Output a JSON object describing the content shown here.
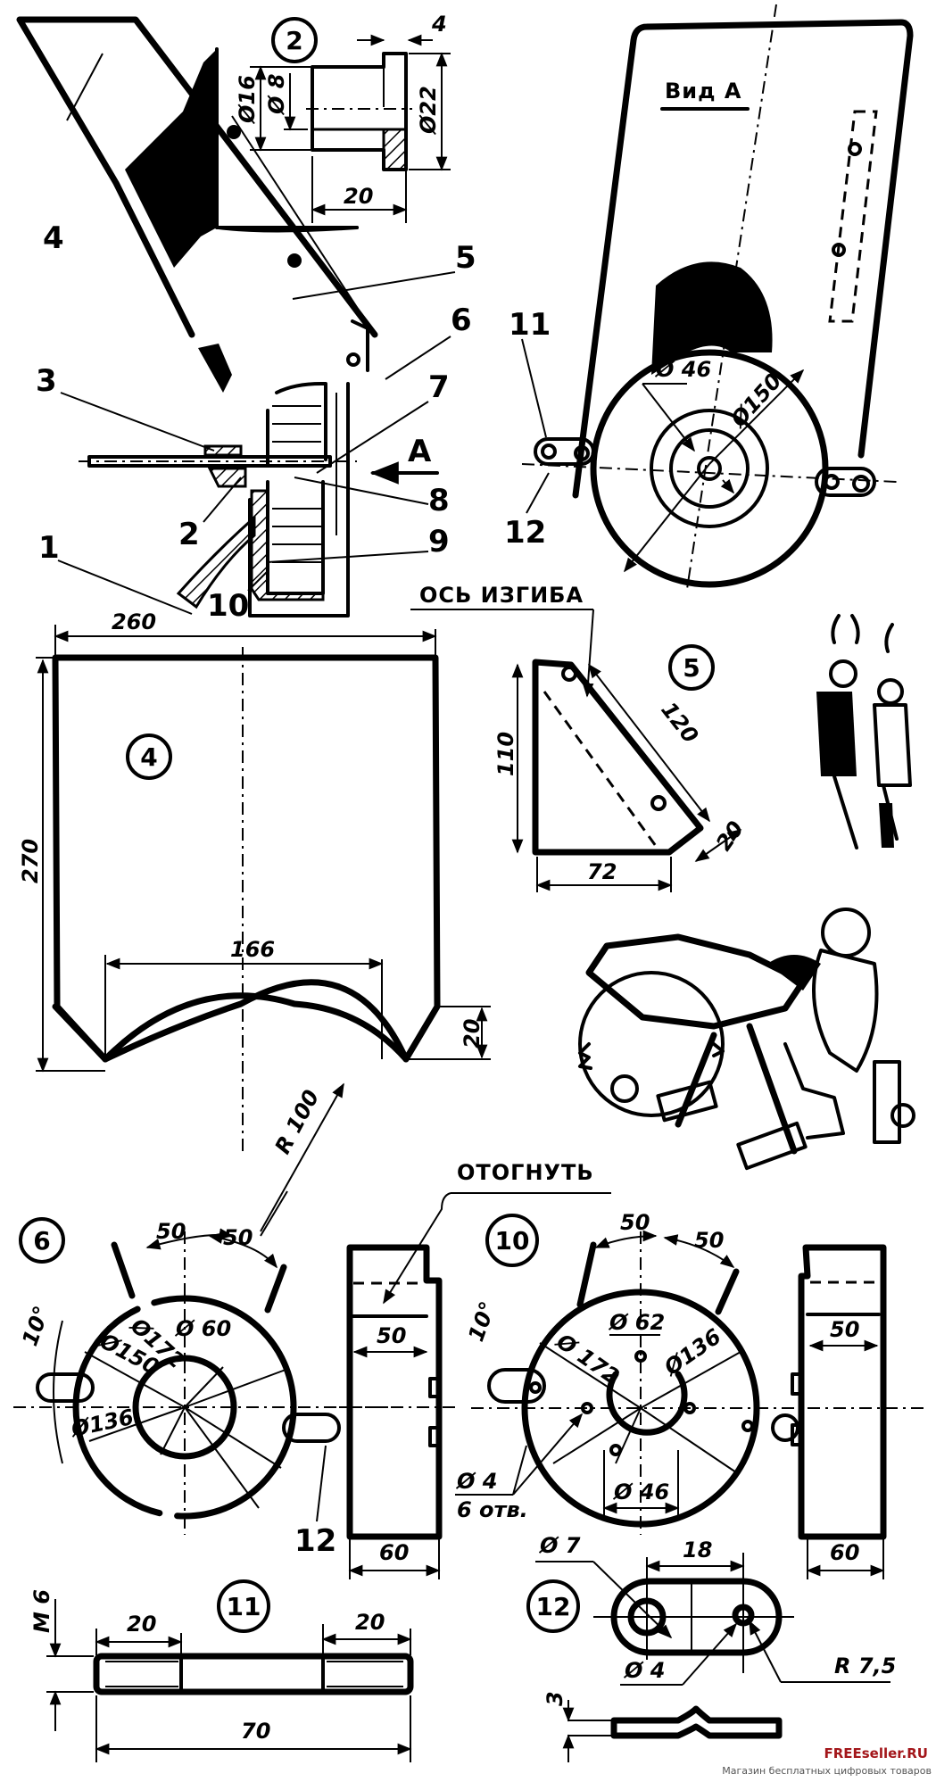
{
  "assembly": {
    "callouts": [
      "1",
      "2",
      "3",
      "4",
      "5",
      "6",
      "7",
      "8",
      "9",
      "10",
      "11",
      "12"
    ],
    "arrow_label": "A"
  },
  "view_a": {
    "title": "Вид А",
    "dims": [
      "Ø 46",
      "Ø150"
    ],
    "callouts": [
      "11",
      "12"
    ]
  },
  "part_2": {
    "number": "2",
    "dims": [
      "Ø16",
      "Ø 8",
      "Ø22",
      "4",
      "20"
    ]
  },
  "part_4": {
    "number": "4",
    "dims": [
      "260",
      "270",
      "166",
      "R 100",
      "20"
    ]
  },
  "part_5": {
    "number": "5",
    "caption": "ОСЬ ИЗГИБА",
    "dims": [
      "110",
      "120",
      "72",
      "20"
    ]
  },
  "part_6": {
    "number": "6",
    "dims": [
      "50",
      "50",
      "10°",
      "Ø172",
      "Ø150",
      "Ø 60",
      "Ø136"
    ],
    "callout": "12",
    "side_dims": [
      "50",
      "60"
    ]
  },
  "part_10": {
    "number": "10",
    "caption": "ОТОГНУТЬ",
    "dims": [
      "50",
      "50",
      "10°",
      "Ø 62",
      "Ø 172",
      "Ø136",
      "Ø 46",
      "Ø 4",
      "6 отв."
    ],
    "side_dims": [
      "50",
      "60"
    ]
  },
  "part_11": {
    "number": "11",
    "dims": [
      "M 6",
      "20",
      "20",
      "70"
    ]
  },
  "part_12": {
    "number": "12",
    "dims": [
      "Ø 7",
      "18",
      "Ø 4",
      "R 7,5",
      "3"
    ]
  },
  "watermark": {
    "brand": "FREEseller.RU",
    "tagline": "Магазин бесплатных цифровых товаров"
  }
}
